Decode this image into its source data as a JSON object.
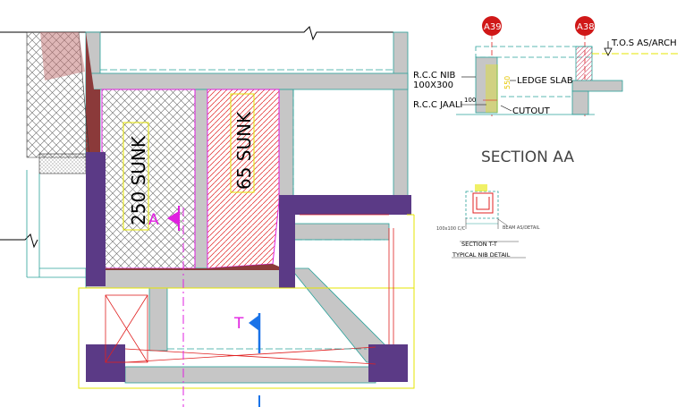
{
  "labels": {
    "sunk_250": "250 SUNK",
    "sunk_65": "65 SUNK",
    "section_mark_a": "A",
    "section_mark_t": "T",
    "grid_a39": "A39",
    "grid_a38": "A38",
    "tos": "T.O.S AS/ARCH",
    "rcc_nib": "R.C.C NIB",
    "nib_size": "100X300",
    "rcc_jaali": "R.C.C JAALI",
    "ledge_slab": "LEDGE SLAB",
    "cutout": "CUTOUT",
    "dim_100": "100",
    "dim_550": "550",
    "section_aa_title": "SECTION  AA",
    "section_tt_title": "SECTION T-T",
    "typical_nib": "TYPICAL NIB DETAIL",
    "beam_note": "BEAM AS/DETAIL",
    "nib_note": "100x100 C/C"
  },
  "colors": {
    "wall": "#c6c6c6",
    "hatch_dark": "#8b3a3a",
    "column": "#5b3a86",
    "magenta": "#e020e0",
    "yellow": "#e6e600",
    "teal": "#2aa19a",
    "red": "#e02020",
    "blue": "#1a73e8"
  }
}
